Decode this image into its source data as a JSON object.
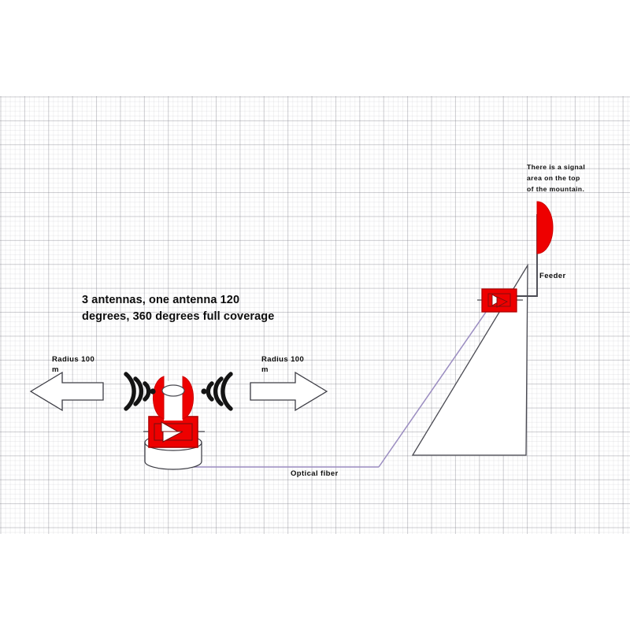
{
  "diagram": {
    "title": "Wireless coverage and optical fiber backhaul diagram",
    "background": "#ffffff",
    "grid_color": "#bdbdc6",
    "accent_red": "#ee0000",
    "fiber_color": "#9a8cc0",
    "line_color": "#4a4a52"
  },
  "labels": {
    "coverage": "3 antennas, one antenna 120\ndegrees, 360 degrees full coverage",
    "radius_left": "Radius 100\nm",
    "radius_right": "Radius 100\nm",
    "optical_fiber": "Optical fiber",
    "feeder": "Feeder",
    "mountain_top": "There is a signal\narea on the top\nof the mountain."
  },
  "icons": {
    "signal_left": "wifi-signal-left-icon",
    "signal_right": "wifi-signal-right-icon",
    "arrow_left": "block-arrow-left-icon",
    "arrow_right": "block-arrow-right-icon",
    "antenna_ground": "sector-antenna-icon",
    "antenna_mountain": "half-disc-antenna-icon",
    "rru_ground": "remote-radio-unit-icon",
    "rru_mountain": "remote-radio-unit-icon",
    "base_cylinder": "equipment-cabinet-icon",
    "mountain": "mountain-icon"
  },
  "measurements": {
    "radius_value": "100",
    "radius_unit": "m",
    "sector_count": "3",
    "sector_beamwidth_degrees": "120",
    "total_coverage_degrees": "360"
  }
}
